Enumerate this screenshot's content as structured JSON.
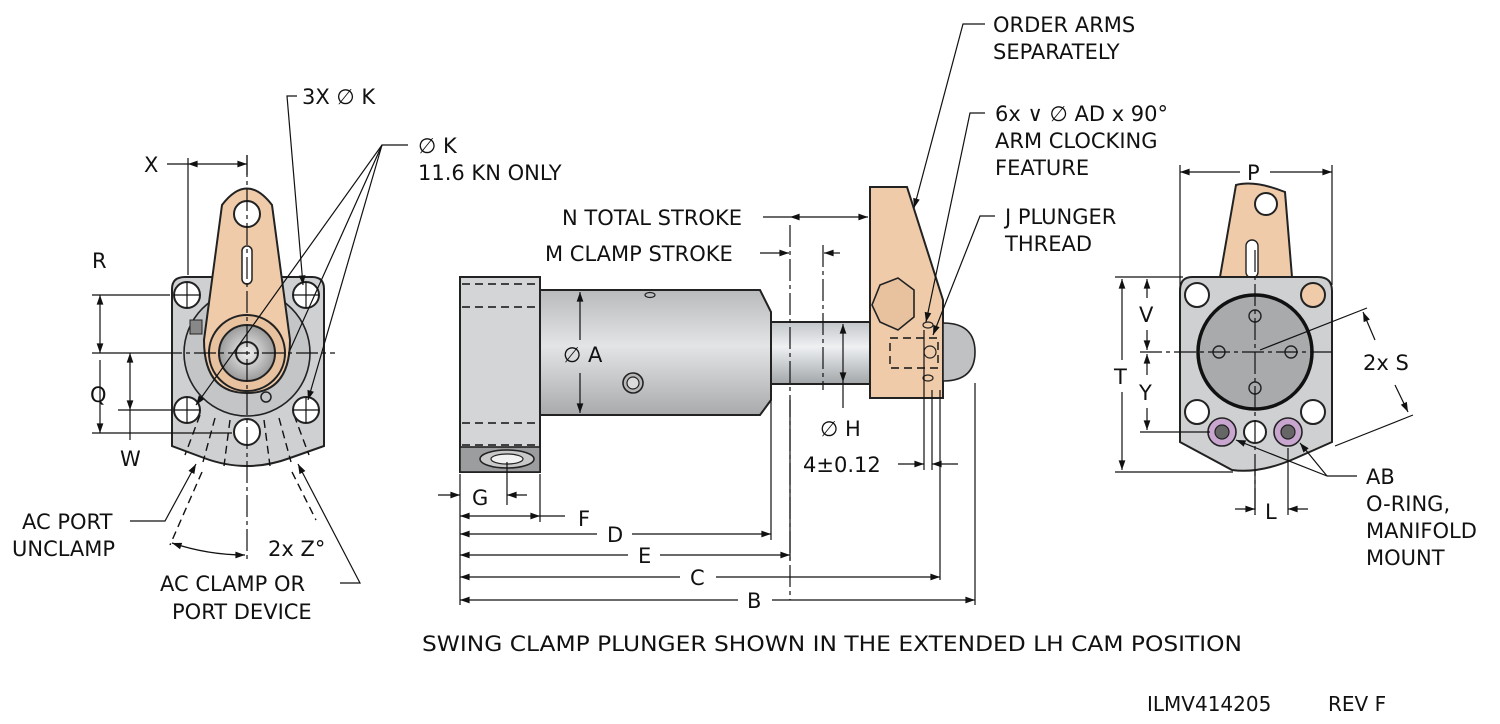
{
  "colors": {
    "body_grey": "#cfd0d2",
    "arm_tan": "#efcba9",
    "oring_purple": "#c9a6cf",
    "ink": "#111111"
  },
  "left_view": {
    "labels": {
      "x": "X",
      "r": "R",
      "q": "Q",
      "w": "W",
      "k3": "3X ∅ K",
      "k_only_1": "∅ K",
      "k_only_2": "11.6 KN ONLY",
      "ac_unclamp_1": "AC PORT",
      "ac_unclamp_2": "UNCLAMP",
      "z_angle": "2x Z°",
      "ac_clamp_1": "AC CLAMP OR",
      "ac_clamp_2": "PORT DEVICE"
    }
  },
  "side_view": {
    "labels": {
      "n_total": "N TOTAL STROKE",
      "m_clamp": "M CLAMP STROKE",
      "dia_a": "∅ A",
      "dia_h": "∅ H",
      "tol": "4±0.12",
      "g": "G",
      "f": "F",
      "d": "D",
      "e": "E",
      "c": "C",
      "b": "B",
      "order_1": "ORDER ARMS",
      "order_2": "SEPARATELY",
      "clock_1": "6x ∨ ∅ AD x 90°",
      "clock_2": "ARM CLOCKING",
      "clock_3": "FEATURE",
      "j_1": "J PLUNGER",
      "j_2": "THREAD"
    }
  },
  "right_view": {
    "labels": {
      "p": "P",
      "v": "V",
      "t": "T",
      "y": "Y",
      "s": "2x S",
      "l": "L",
      "ab_1": "AB",
      "ab_2": "O-RING,",
      "ab_3": "MANIFOLD",
      "ab_4": "MOUNT"
    }
  },
  "caption": "SWING CLAMP PLUNGER SHOWN IN THE EXTENDED LH CAM POSITION",
  "footer": {
    "drawing_number": "ILMV414205",
    "revision": "REV F"
  }
}
